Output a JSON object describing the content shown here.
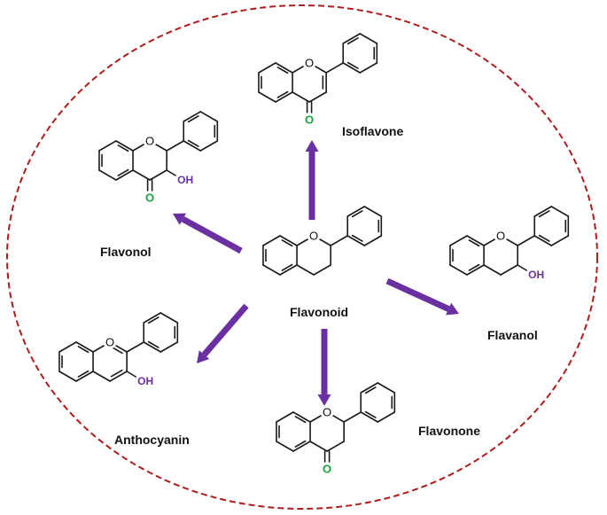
{
  "labels": {
    "center": "Flavonoid",
    "isoflavone": "Isoflavone",
    "flavonol": "Flavonol",
    "flavanol": "Flavanol",
    "anthocyanin": "Anthocyanin",
    "flavonone": "Flavonone"
  },
  "atoms": {
    "ring_oxygen": "O",
    "carbonyl_oxygen": "O",
    "hydroxyl": "OH"
  },
  "colors": {
    "arrow": "#6a2fa0",
    "boundary": "#b01c1c",
    "carbonyl_oxygen": "#1aa33a",
    "hydroxyl": "#6a2fa0"
  }
}
